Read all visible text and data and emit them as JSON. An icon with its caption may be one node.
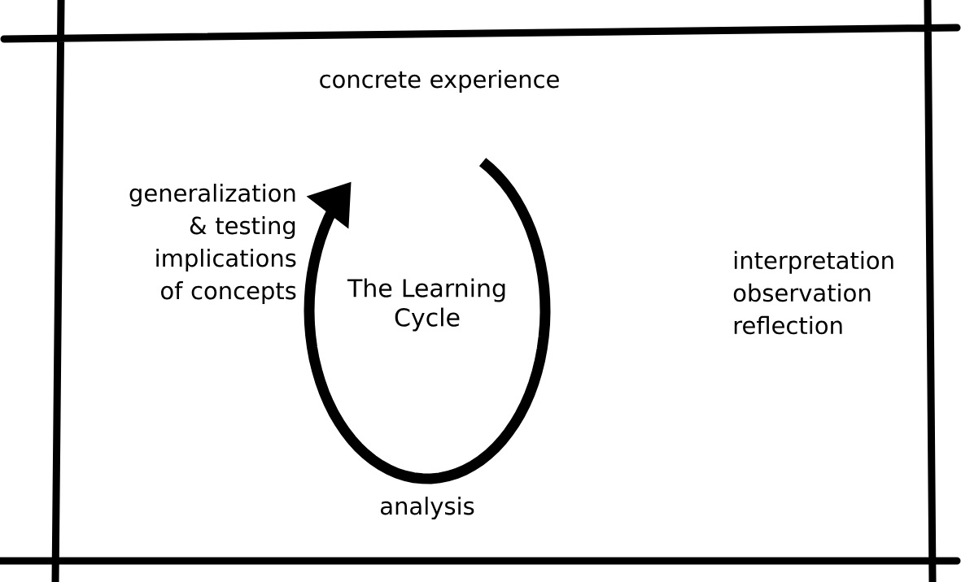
{
  "diagram": {
    "title": "The Learning Cycle",
    "labels": [
      "concrete experience",
      "generalization & testing implications of concepts",
      "interpretation observation reflection",
      "analysis"
    ]
  }
}
